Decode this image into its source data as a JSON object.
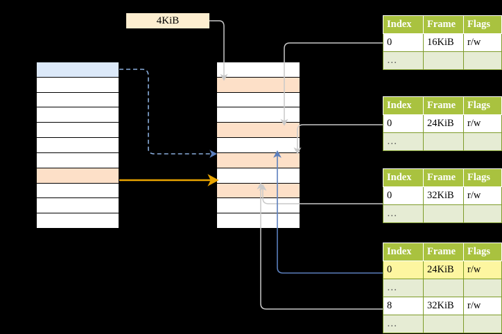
{
  "diagram": {
    "title_label": "4KiB",
    "page_size_box": {
      "label": "4KiB"
    },
    "source_column": {
      "name": "virtual-address-column",
      "rows": [
        {
          "fill": "blue"
        },
        {
          "fill": "white"
        },
        {
          "fill": "white"
        },
        {
          "fill": "white"
        },
        {
          "fill": "white"
        },
        {
          "fill": "white"
        },
        {
          "fill": "white"
        },
        {
          "fill": "orange"
        },
        {
          "fill": "white"
        },
        {
          "fill": "white"
        },
        {
          "fill": "white"
        }
      ]
    },
    "target_column": {
      "name": "physical-memory-column",
      "rows": [
        {
          "fill": "white"
        },
        {
          "fill": "orange"
        },
        {
          "fill": "white"
        },
        {
          "fill": "white"
        },
        {
          "fill": "orange"
        },
        {
          "fill": "white"
        },
        {
          "fill": "orange"
        },
        {
          "fill": "white"
        },
        {
          "fill": "orange"
        },
        {
          "fill": "white"
        },
        {
          "fill": "white"
        }
      ]
    },
    "tables": [
      {
        "name": "page-table-1",
        "headers": [
          "Index",
          "Frame",
          "Flags"
        ],
        "rows": [
          {
            "cells": [
              "0",
              "16KiB",
              "r/w"
            ],
            "style": "normal",
            "highlight": []
          },
          {
            "cells": [
              "…",
              "",
              ""
            ],
            "style": "ellipsis",
            "highlight": []
          }
        ]
      },
      {
        "name": "page-table-2",
        "headers": [
          "Index",
          "Frame",
          "Flags"
        ],
        "rows": [
          {
            "cells": [
              "0",
              "24KiB",
              "r/w"
            ],
            "style": "normal",
            "highlight": []
          },
          {
            "cells": [
              "…",
              "",
              ""
            ],
            "style": "ellipsis",
            "highlight": []
          }
        ]
      },
      {
        "name": "page-table-3",
        "headers": [
          "Index",
          "Frame",
          "Flags"
        ],
        "rows": [
          {
            "cells": [
              "0",
              "32KiB",
              "r/w"
            ],
            "style": "normal",
            "highlight": []
          },
          {
            "cells": [
              "…",
              "",
              ""
            ],
            "style": "ellipsis",
            "highlight": []
          }
        ]
      },
      {
        "name": "page-table-4",
        "headers": [
          "Index",
          "Frame",
          "Flags"
        ],
        "rows": [
          {
            "cells": [
              "0",
              "24KiB",
              "r/w"
            ],
            "style": "normal",
            "highlight": [
              0,
              1,
              2
            ]
          },
          {
            "cells": [
              "…",
              "",
              ""
            ],
            "style": "ellipsis",
            "highlight": []
          },
          {
            "cells": [
              "8",
              "32KiB",
              "r/w"
            ],
            "style": "normal",
            "highlight": []
          },
          {
            "cells": [
              "…",
              "",
              ""
            ],
            "style": "ellipsis",
            "highlight": []
          }
        ]
      }
    ],
    "colors": {
      "header_green": "#a9c23f",
      "ellipsis_row": "#e6ecd4",
      "highlight_yellow": "#fdf6a0",
      "blue_row": "#dce9f9",
      "orange_row": "#fde0c8",
      "orange_arrow": "#e8a400",
      "blue_arrow": "#5b7fbd",
      "gray_wire": "#c9c9c9",
      "page_size_box": "#fdeed0"
    }
  }
}
